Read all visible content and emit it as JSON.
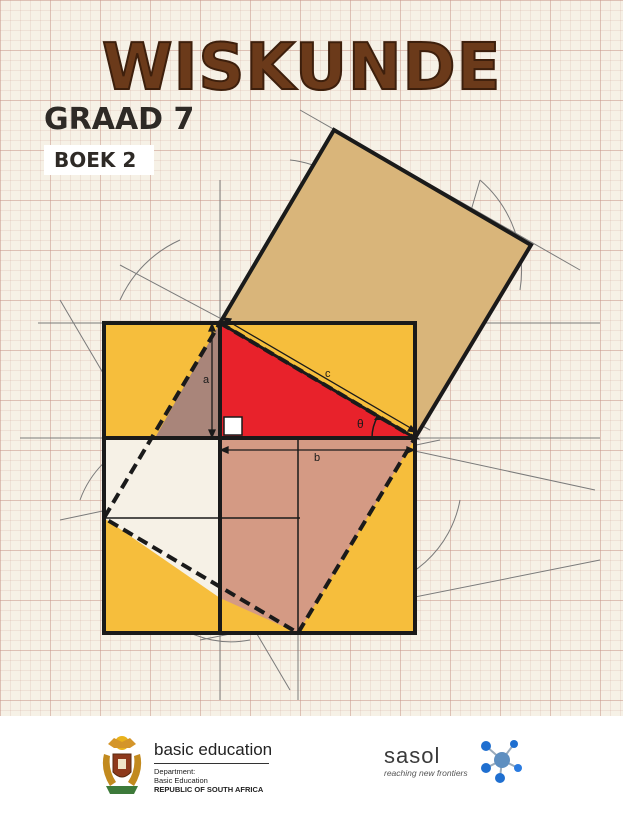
{
  "cover": {
    "title": "WISKUNDE",
    "grade": "GRAAD 7",
    "book": "BOEK 2"
  },
  "diagram": {
    "label_a": "a",
    "label_b": "b",
    "label_c": "c",
    "label_theta": "θ"
  },
  "footer": {
    "dbe": {
      "main": "basic education",
      "line1": "Department:",
      "line2": "Basic Education",
      "country": "REPUBLIC OF SOUTH AFRICA"
    },
    "sasol": {
      "name": "sasol",
      "tagline": "reaching new frontiers"
    }
  },
  "colors": {
    "title_brown": "#6b3a1a",
    "yellow": "#f6be3c",
    "red": "#e8222b",
    "tan": "#d9b57a",
    "salmon": "#d49a84",
    "brown": "#a9857a"
  }
}
